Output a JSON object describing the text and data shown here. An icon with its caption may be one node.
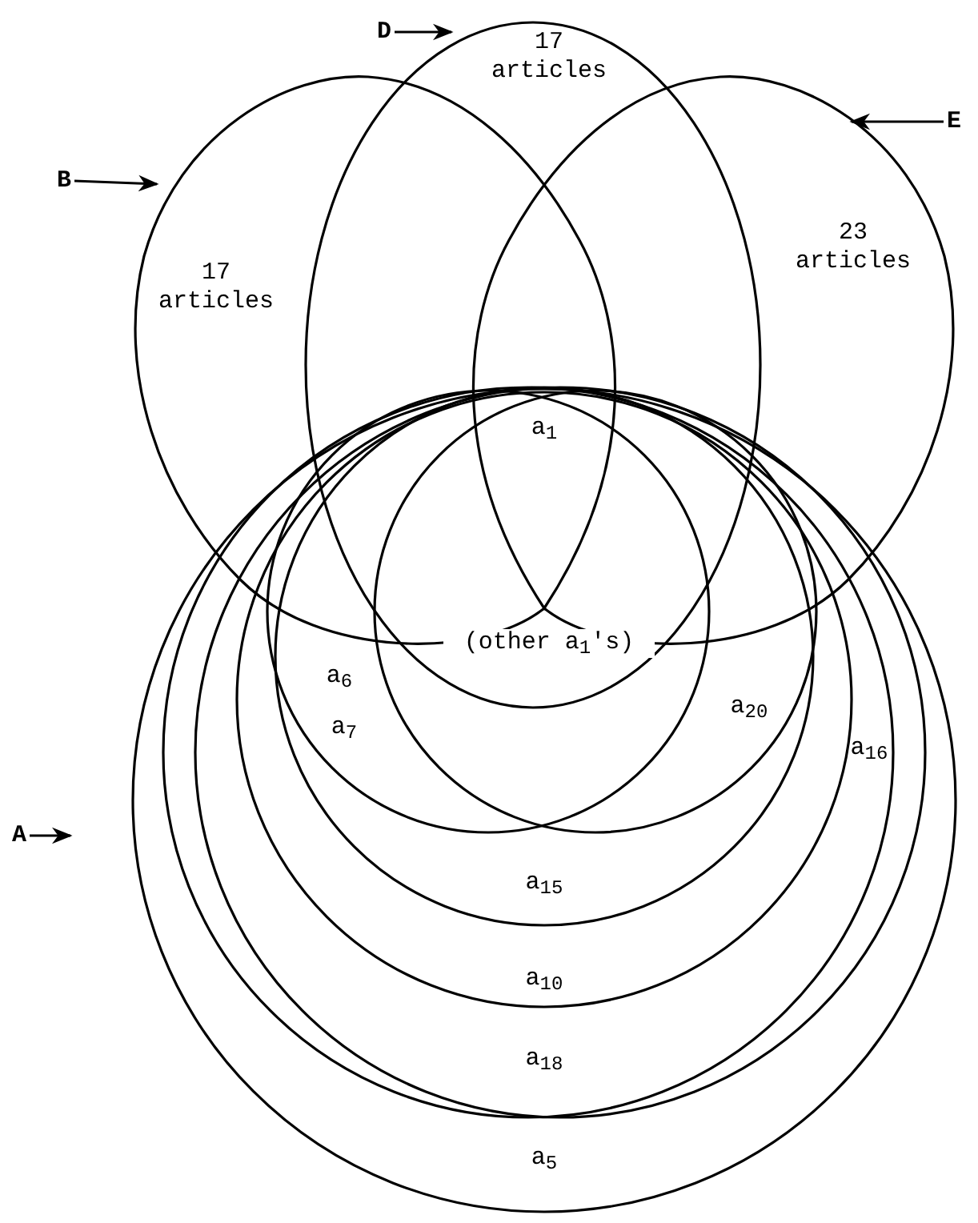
{
  "diagram": {
    "nodes": [
      {
        "text": [
          "D"
        ]
      },
      {
        "text": [
          "E"
        ]
      },
      {
        "text": [
          "B"
        ]
      },
      {
        "text": [
          "A"
        ]
      }
    ],
    "edges": [
      {
        "from": 0,
        "to": null,
        "arrow": "to"
      },
      {
        "from": 1,
        "to": null,
        "arrow": "to"
      },
      {
        "from": 2,
        "to": null,
        "arrow": "to"
      },
      {
        "from": 3,
        "to": null,
        "arrow": "to"
      }
    ],
    "labels": [
      "17 articles",
      "17 articles",
      "23 articles",
      "a$_{1}$",
      "(other a$_{1}$'s)",
      "a$_{6}$",
      "a$_{20}$",
      "a$_{7}$",
      "a$_{16}$",
      "a$_{15}$",
      "a$_{10}$",
      "a$_{18}$",
      "a$_{5}$"
    ]
  }
}
